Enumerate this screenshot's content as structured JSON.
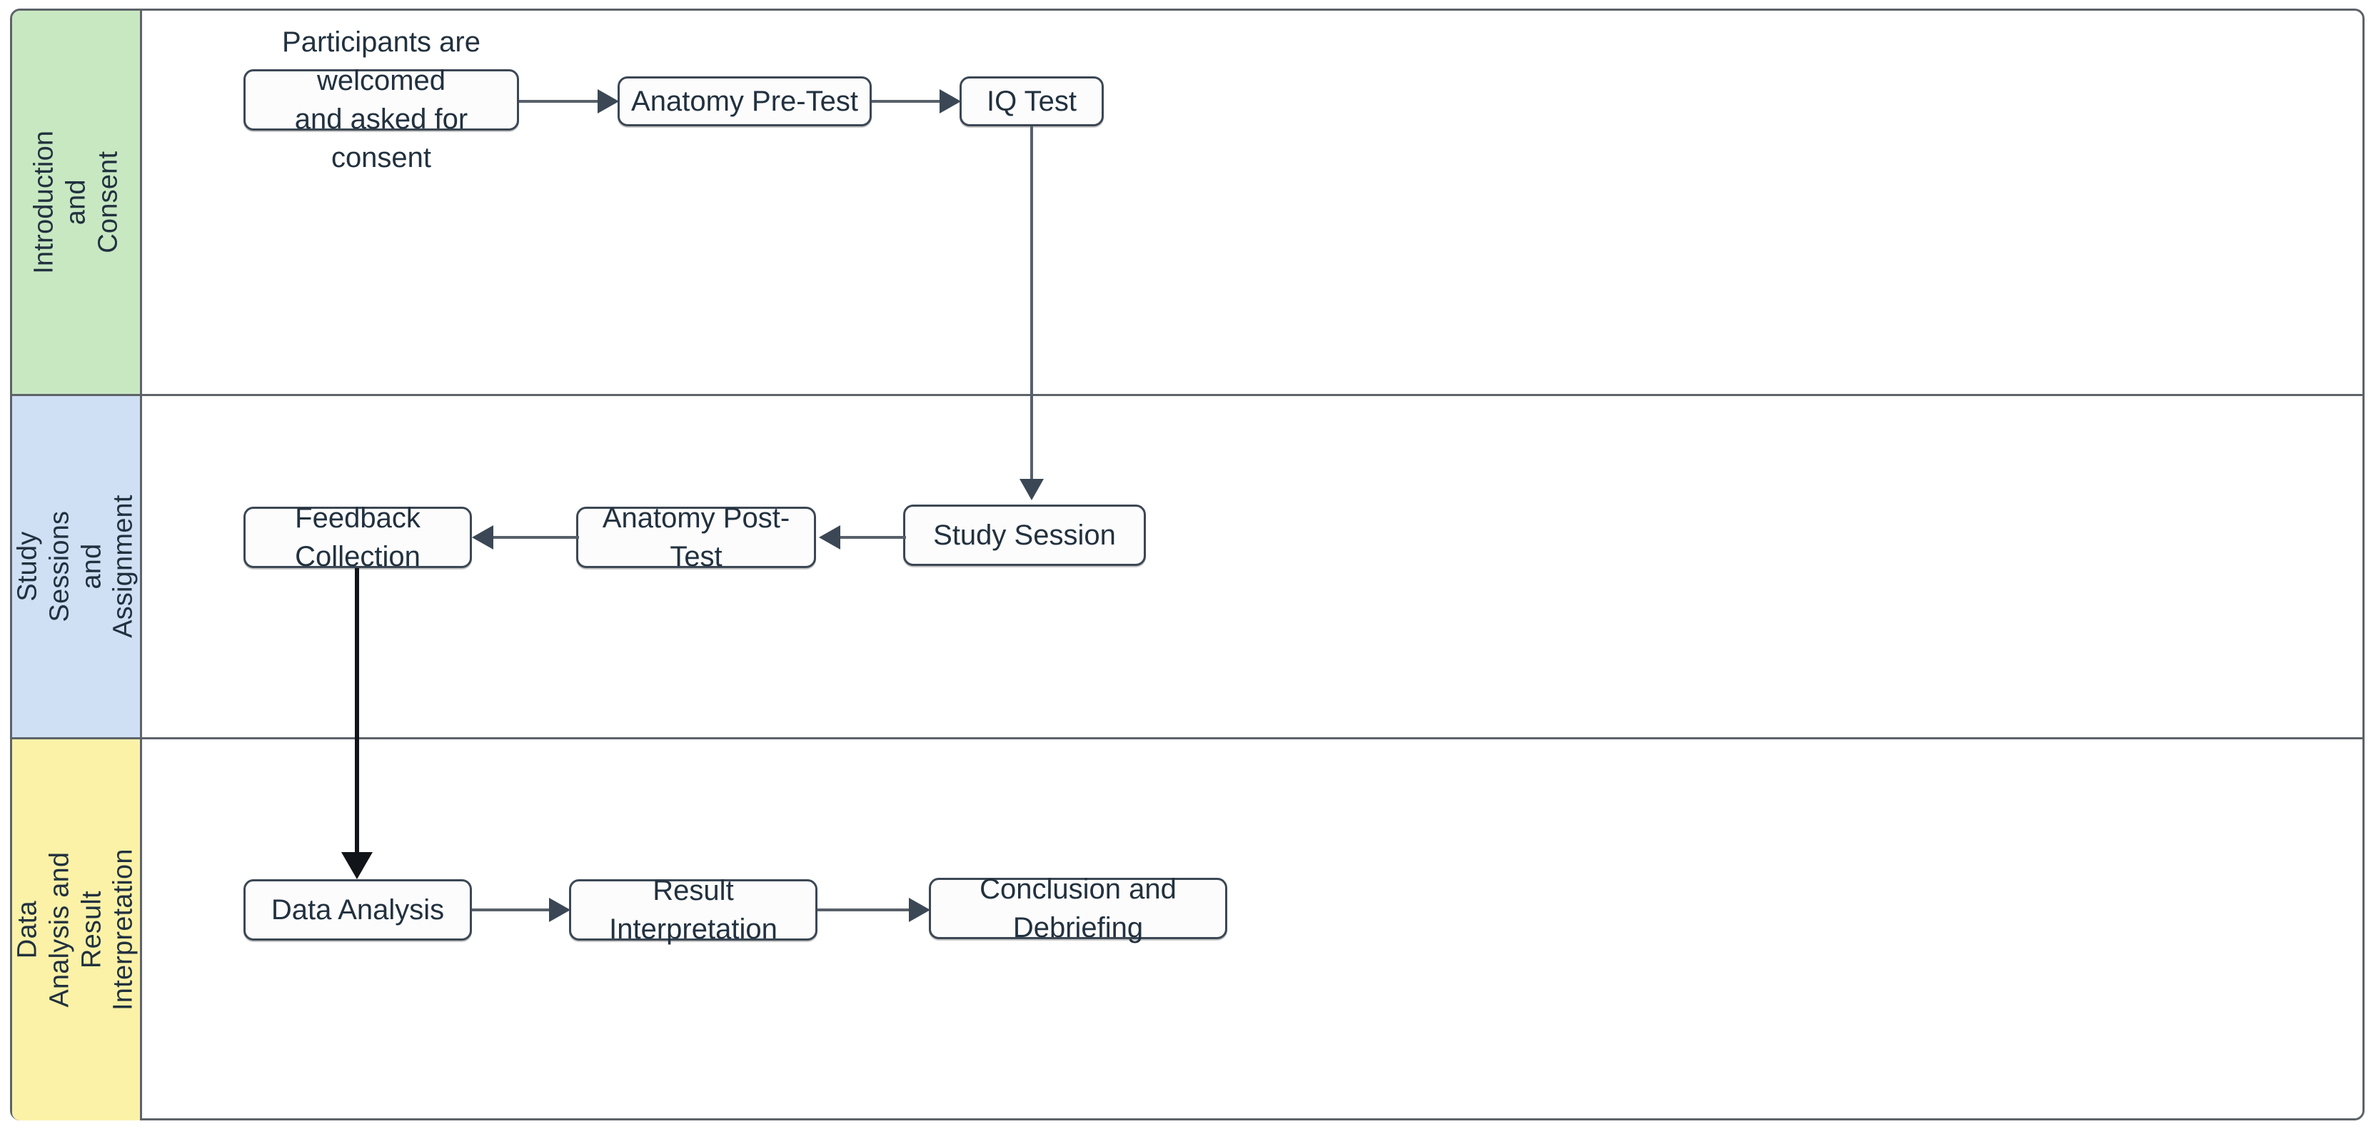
{
  "diagram": {
    "type": "swimlane-flowchart",
    "title": "Study Procedure Flowchart",
    "lanes": [
      {
        "id": "introduction-and-consent",
        "label": "Introduction and\nConsent",
        "color": "#c8e8c2",
        "nodes": [
          {
            "id": "welcome-consent",
            "label": "Participants are welcomed\nand asked for consent"
          },
          {
            "id": "anatomy-pre-test",
            "label": "Anatomy Pre-Test"
          },
          {
            "id": "iq-test",
            "label": "IQ Test"
          }
        ]
      },
      {
        "id": "study-sessions-and-assignment",
        "label": "Study Sessions\nand Assignment",
        "color": "#cfe0f5",
        "nodes": [
          {
            "id": "feedback-collection",
            "label": "Feedback Collection"
          },
          {
            "id": "anatomy-post-test",
            "label": "Anatomy Post-Test"
          },
          {
            "id": "study-session",
            "label": "Study Session"
          }
        ]
      },
      {
        "id": "data-analysis-and-result-interpretation",
        "label": "Data Analysis and\nResult Interpretation",
        "color": "#fbf2a8",
        "nodes": [
          {
            "id": "data-analysis",
            "label": "Data Analysis"
          },
          {
            "id": "result-interpretation",
            "label": "Result Interpretation"
          },
          {
            "id": "conclusion-and-debriefing",
            "label": "Conclusion and Debriefing"
          }
        ]
      }
    ],
    "edges": [
      {
        "from": "welcome-consent",
        "to": "anatomy-pre-test",
        "direction": "right"
      },
      {
        "from": "anatomy-pre-test",
        "to": "iq-test",
        "direction": "right"
      },
      {
        "from": "iq-test",
        "to": "study-session",
        "direction": "down"
      },
      {
        "from": "study-session",
        "to": "anatomy-post-test",
        "direction": "left"
      },
      {
        "from": "anatomy-post-test",
        "to": "feedback-collection",
        "direction": "left"
      },
      {
        "from": "feedback-collection",
        "to": "data-analysis",
        "direction": "down"
      },
      {
        "from": "data-analysis",
        "to": "result-interpretation",
        "direction": "right"
      },
      {
        "from": "result-interpretation",
        "to": "conclusion-and-debriefing",
        "direction": "right"
      }
    ],
    "colors": {
      "node_fill": "#fcfcfc",
      "node_border": "#3b4754",
      "edge": "#58606a",
      "edge_emphasis": "#111418",
      "lane_border": "#5d6369",
      "text": "#22313f",
      "background": "#ffffff"
    }
  }
}
